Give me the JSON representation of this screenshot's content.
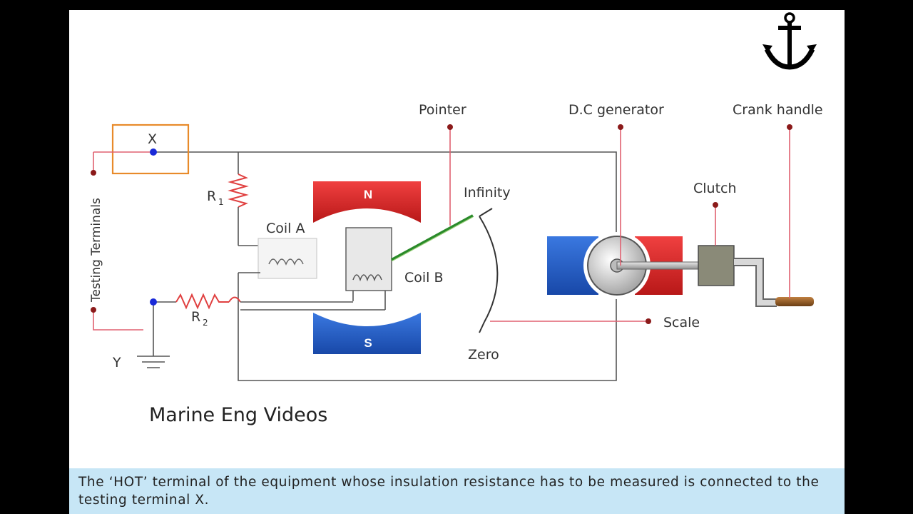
{
  "labels": {
    "pointer": "Pointer",
    "dc_generator": "D.C generator",
    "crank_handle": "Crank handle",
    "clutch": "Clutch",
    "infinity": "Infinity",
    "zero": "Zero",
    "scale": "Scale",
    "coil_a": "Coil A",
    "coil_b": "Coil B",
    "testing_terminals": "Testing Terminals",
    "terminal_x": "X",
    "terminal_y": "Y",
    "r1": "R",
    "r1_sub": "1",
    "r2": "R",
    "r2_sub": "2",
    "magnet_n": "N",
    "magnet_s": "S"
  },
  "watermark": "Marine Eng Videos",
  "caption": "The ‘HOT’ terminal of the equipment whose insulation resistance has to be measured is connected to the testing terminal X.",
  "colors": {
    "callout": "#e06070",
    "north_magnet": "#e02828",
    "south_magnet": "#1f5fc8",
    "pointer": "#2a8a2a",
    "caption_bg": "#c7e6f6"
  },
  "icons": [
    "anchor-icon",
    "ground-icon"
  ]
}
